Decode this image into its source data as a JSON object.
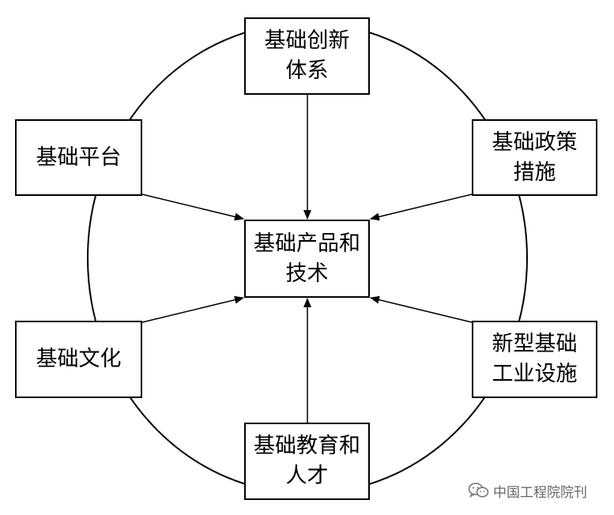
{
  "nodes": {
    "top": [
      "基础创新",
      "体系"
    ],
    "center": [
      "基础产品和",
      "技术"
    ],
    "bottom": [
      "基础教育和",
      "人才"
    ],
    "upper_left": [
      "基础平台"
    ],
    "lower_left": [
      "基础文化"
    ],
    "upper_right": [
      "基础政策",
      "措施"
    ],
    "lower_right": [
      "新型基础",
      "工业设施"
    ]
  },
  "edges": [
    {
      "from": "基础创新体系",
      "to": "基础产品和技术"
    },
    {
      "from": "基础平台",
      "to": "基础产品和技术"
    },
    {
      "from": "基础政策措施",
      "to": "基础产品和技术"
    },
    {
      "from": "基础文化",
      "to": "基础产品和技术"
    },
    {
      "from": "新型基础工业设施",
      "to": "基础产品和技术"
    },
    {
      "from": "基础教育和人才",
      "to": "基础产品和技术"
    }
  ],
  "watermark": {
    "text": "中国工程院院刊",
    "icon": "wechat-icon"
  }
}
